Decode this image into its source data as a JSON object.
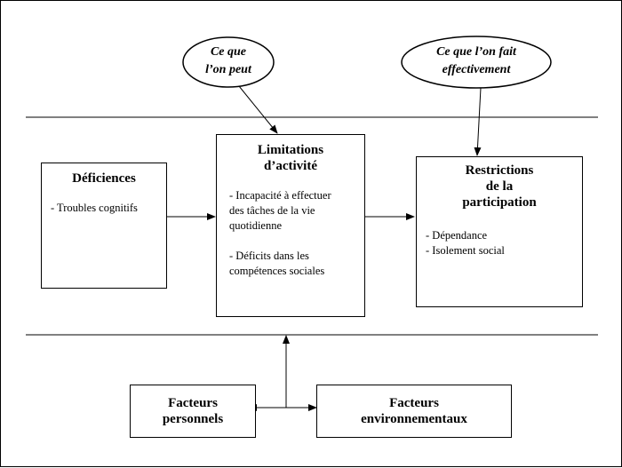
{
  "ellipses": {
    "capacity": {
      "label": "Ce que\nl’on peut"
    },
    "performance": {
      "label": "Ce que l’on fait\neffectivement"
    }
  },
  "boxes": {
    "deficiences": {
      "title": "Déficiences",
      "items": "- Troubles cognitifs"
    },
    "limitations": {
      "title": "Limitations\nd’activité",
      "item1": "- Incapacité à effectuer\ndes tâches de la vie\nquotidienne",
      "item2": "- Déficits dans les\ncompétences sociales"
    },
    "restrictions": {
      "title": "Restrictions\nde la\nparticipation",
      "items": "- Dépendance\n- Isolement social"
    },
    "personnels": {
      "title": "Facteurs\npersonnels"
    },
    "environnementaux": {
      "title": "Facteurs\nenvironnementaux"
    }
  }
}
